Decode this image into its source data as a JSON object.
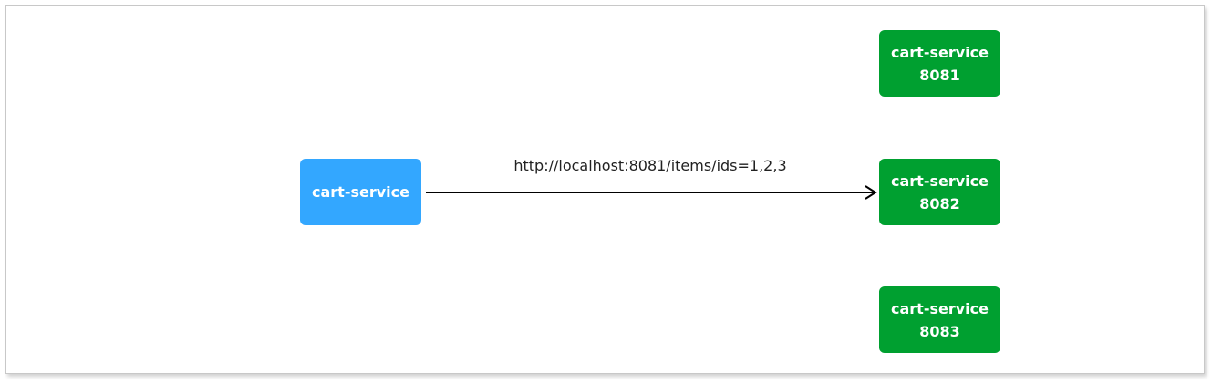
{
  "diagram": {
    "client": {
      "label": "cart-service"
    },
    "servers": [
      {
        "name": "cart-service",
        "port": "8081"
      },
      {
        "name": "cart-service",
        "port": "8082"
      },
      {
        "name": "cart-service",
        "port": "8083"
      }
    ],
    "edge": {
      "label": "http://localhost:8081/items/ids=1,2,3",
      "from": "client",
      "to": "servers.1"
    },
    "colors": {
      "client": "#33a7ff",
      "server": "#00a030",
      "arrow": "#000000"
    }
  }
}
